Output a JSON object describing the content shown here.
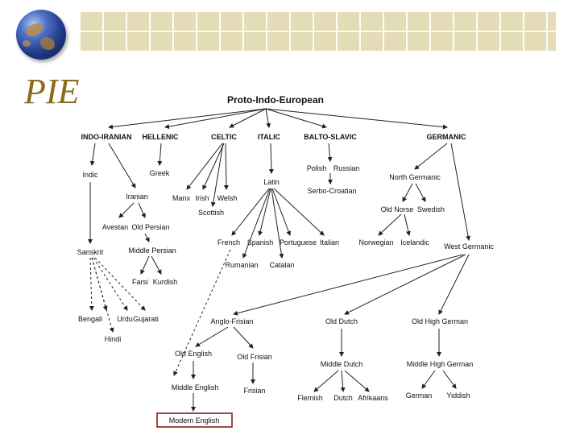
{
  "slide": {
    "title": "PIE"
  },
  "tree": {
    "root": "Proto-Indo-European",
    "branches": {
      "indo_iranian": "INDO-IRANIAN",
      "hellenic": "HELLENIC",
      "celtic": "CELTIC",
      "italic": "ITALIC",
      "balto_slavic": "BALTO-SLAVIC",
      "germanic": "GERMANIC"
    },
    "languages": {
      "indic": "Indic",
      "iranian": "Iranian",
      "avestan": "Avestan",
      "old_persian": "Old Persian",
      "middle_persian": "Middle Persian",
      "farsi": "Farsi",
      "kurdish": "Kurdish",
      "sanskrit": "Sanskrit",
      "bengali": "Bengali",
      "urdu": "Urdu",
      "gujarati": "Gujarati",
      "hindi": "Hindi",
      "greek": "Greek",
      "manx": "Manx",
      "irish": "Irish",
      "welsh": "Welsh",
      "scottish": "Scottish",
      "latin": "Latin",
      "french": "French",
      "spanish": "Spanish",
      "portuguese": "Portuguese",
      "italian": "Italian",
      "rumanian": "Rumanian",
      "catalan": "Catalan",
      "polish": "Polish",
      "russian": "Russian",
      "serbo_croatian": "Serbo-Croatian",
      "north_germanic": "North Germanic",
      "old_norse": "Old Norse",
      "swedish": "Swedish",
      "norwegian": "Norwegian",
      "icelandic": "Icelandic",
      "west_germanic": "West Germanic",
      "anglo_frisian": "Anglo-Frisian",
      "old_english": "Old English",
      "old_frisian": "Old Frisian",
      "middle_english": "Middle English",
      "frisian": "Frisian",
      "modern_english": "Modern English",
      "old_dutch": "Old Dutch",
      "middle_dutch": "Middle Dutch",
      "flemish": "Flemish",
      "dutch": "Dutch",
      "afrikaans": "Afrikaans",
      "old_high_german": "Old High German",
      "middle_high_german": "Middle High German",
      "german": "German",
      "yiddish": "Yiddish"
    }
  },
  "colors": {
    "title": "#8a6a1c",
    "highlight_box": "#8b1a1a",
    "band": "#e3dcb6"
  }
}
